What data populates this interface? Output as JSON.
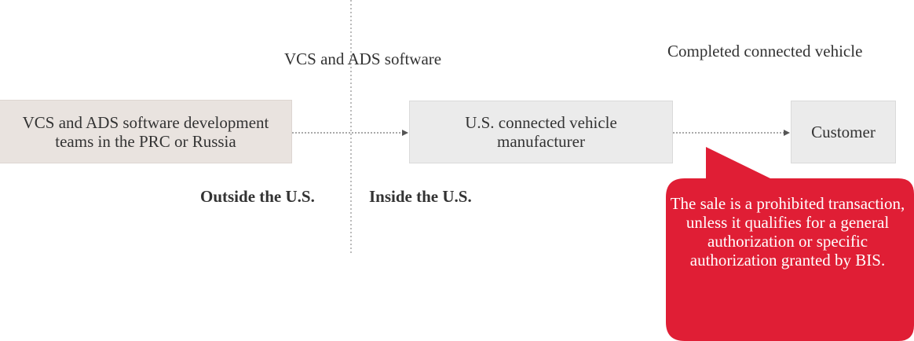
{
  "diagram": {
    "source_box": {
      "text": "VCS and ADS software development teams in the PRC or Russia"
    },
    "manufacturer_box": {
      "text": "U.S. connected vehicle manufacturer"
    },
    "customer_box": {
      "text": "Customer"
    },
    "flow_label_software": {
      "text": "VCS and ADS software"
    },
    "flow_label_vehicle": {
      "text": "Completed connected vehicle"
    },
    "region_outside": {
      "text": "Outside the U.S."
    },
    "region_inside": {
      "text": "Inside the U.S."
    },
    "callout": {
      "text": "The sale is a prohibited transaction, unless it qualifies for a general authorization or specific authorization granted by BIS.",
      "color": "#e01e35"
    },
    "colors": {
      "source_box_fill": "#e9e3df",
      "box_fill": "#ebebeb",
      "text": "#333333",
      "connector": "#555555"
    }
  }
}
